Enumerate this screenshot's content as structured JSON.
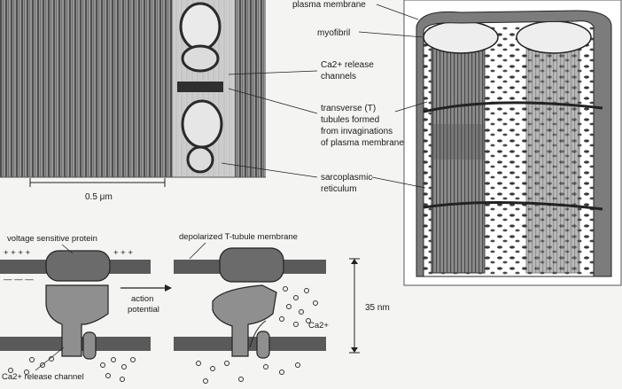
{
  "labels": {
    "plasma_membrane": "plasma membrane",
    "myofibril": "myofibril",
    "ca_release_channels": [
      "Ca2+ release",
      "channels"
    ],
    "t_tubules": [
      "transverse (T)",
      "tubules formed",
      "from invaginations",
      "of plasma membrane"
    ],
    "sarcoplasmic_reticulum": [
      "sarcoplasmic",
      "reticulum"
    ],
    "scale_bar": "0.5 μm",
    "voltage_sensitive_protein": "voltage sensitive protein",
    "depolarized_membrane": "depolarized T-tubule membrane",
    "action_potential": [
      "action",
      "potential"
    ],
    "distance": "35 nm",
    "ca_ion": "Ca2+",
    "ca_release_channel": "Ca2+ release channel",
    "plus_signs": "+ + + +",
    "plus_signs_short": "+ + +",
    "minus_signs": "— — —"
  },
  "colors": {
    "membrane": "#5a5a5a",
    "protein": "#6b6b6b",
    "channel": "#8f8f8f",
    "micrograph": "#7a7a7a"
  }
}
